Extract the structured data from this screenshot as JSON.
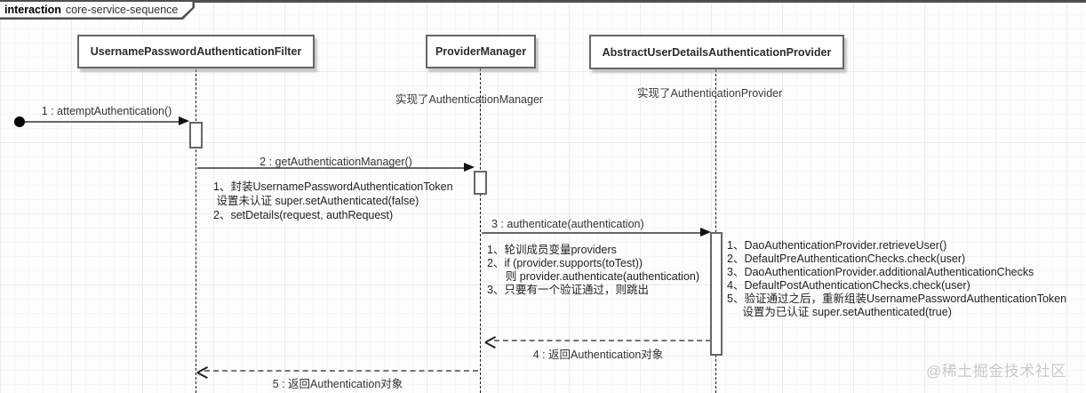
{
  "frame": {
    "keyword": "interaction",
    "name": "core-service-sequence"
  },
  "participants": [
    {
      "title": "UsernamePasswordAuthenticationFilter"
    },
    {
      "title": "ProviderManager",
      "note": "实现了AuthenticationManager"
    },
    {
      "title": "AbstractUserDetailsAuthenticationProvider",
      "note": "实现了AuthenticationProvider"
    }
  ],
  "messages": [
    {
      "label": "1 : attemptAuthentication()",
      "type": "sync-call"
    },
    {
      "label": "2 : getAuthenticationManager()",
      "type": "sync-call"
    },
    {
      "label": "3 : authenticate(authentication)",
      "type": "sync-call"
    },
    {
      "label": "4 : 返回Authentication对象",
      "type": "return"
    },
    {
      "label": "5 : 返回Authentication对象",
      "type": "return"
    }
  ],
  "annotations": {
    "filter_internal": [
      "1、封装UsernamePasswordAuthenticationToken",
      " 设置未认证 super.setAuthenticated(false)",
      "2、setDetails(request, authRequest)"
    ],
    "provider_manager_internal": [
      "1、轮训成员变量providers",
      "2、if (provider.supports(toTest))",
      "      则 provider.authenticate(authentication)",
      "3、只要有一个验证通过，则跳出"
    ],
    "provider_internal": [
      "1、DaoAuthenticationProvider.retrieveUser()",
      "2、DefaultPreAuthenticationChecks.check(user)",
      "3、DaoAuthenticationProvider.additionalAuthenticationChecks",
      "4、DefaultPostAuthenticationChecks.check(user)",
      "5、验证通过之后，重新组装UsernamePasswordAuthenticationToken",
      "     设置为已认证 super.setAuthenticated(true)"
    ]
  },
  "watermark": "@稀土掘金技术社区",
  "colors": {
    "frame_line": "#4e4e4e",
    "box_border": "#666666",
    "message_line": "#666666",
    "arrowhead": "#111111",
    "text": "#333333",
    "watermark": "#c9c9c9",
    "background": "#fdfdfd",
    "grid_minor": "#f6f6f6",
    "grid_major": "#ececec"
  }
}
